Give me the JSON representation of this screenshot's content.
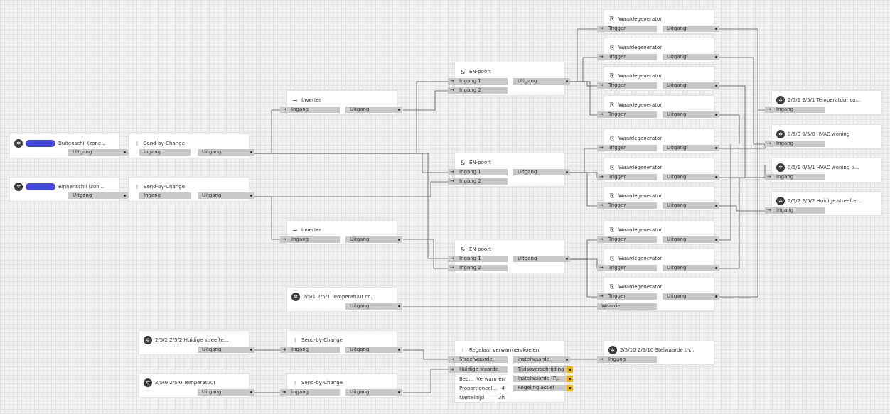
{
  "colors": {
    "port": "#c9c9c9",
    "wire": "#555555",
    "warning": "#f0b400",
    "node_bg": "#ffffff"
  },
  "nodes": {
    "sensor_buitenschil": {
      "title": "Buitenschil (zone...",
      "icon": "sensor-icon",
      "out": "Uitgang"
    },
    "sensor_binnenschil": {
      "title": "Binnenschil (zon...",
      "icon": "sensor-icon",
      "out": "Uitgang"
    },
    "sbc1": {
      "title": "Send-by-Change",
      "icon": "send-by-change-icon",
      "in": "Ingang",
      "out": "Uitgang"
    },
    "sbc2": {
      "title": "Send-by-Change",
      "icon": "send-by-change-icon",
      "in": "Ingang",
      "out": "Uitgang"
    },
    "inverter1": {
      "title": "Inverter",
      "icon": "inverter-icon",
      "in": "Ingang",
      "out": "Uitgang"
    },
    "inverter2": {
      "title": "Inverter",
      "icon": "inverter-icon",
      "in": "Ingang",
      "out": "Uitgang"
    },
    "en1": {
      "title": "EN-poort",
      "icon": "and-gate-icon",
      "in1": "Ingang 1",
      "in2": "Ingang 2",
      "out": "Uitgang"
    },
    "en2": {
      "title": "EN-poort",
      "icon": "and-gate-icon",
      "in1": "Ingang 1",
      "in2": "Ingang 2",
      "out": "Uitgang"
    },
    "en3": {
      "title": "EN-poort",
      "icon": "and-gate-icon",
      "in1": "Ingang 1",
      "in2": "Ingang 2",
      "out": "Uitgang"
    },
    "waarde": [
      {
        "title": "Waardegenerator",
        "in": "Trigger",
        "out": "Uitgang"
      },
      {
        "title": "Waardegenerator",
        "in": "Trigger",
        "out": "Uitgang"
      },
      {
        "title": "Waardegenerator",
        "in": "Trigger",
        "out": "Uitgang"
      },
      {
        "title": "Waardegenerator",
        "in": "Trigger",
        "out": "Uitgang"
      },
      {
        "title": "Waardegenerator",
        "in": "Trigger",
        "out": "Uitgang"
      },
      {
        "title": "Waardegenerator",
        "in": "Trigger",
        "out": "Uitgang"
      },
      {
        "title": "Waardegenerator",
        "in": "Trigger",
        "out": "Uitgang"
      },
      {
        "title": "Waardegenerator",
        "in": "Trigger",
        "out": "Uitgang"
      },
      {
        "title": "Waardegenerator",
        "in": "Trigger",
        "out": "Uitgang"
      },
      {
        "title": "Waardegenerator",
        "in": "Trigger",
        "in2": "Waarde",
        "out": "Uitgang"
      }
    ],
    "target_temp": {
      "title": "2/5/1  2/5/1  Temperatuur co...",
      "in": "Ingang"
    },
    "target_hvac": {
      "title": "0/5/0  0/5/0  HVAC woning",
      "in": "Ingang"
    },
    "target_hvac_o": {
      "title": "0/5/1  0/5/1  HVAC woning o...",
      "in": "Ingang"
    },
    "target_huidige": {
      "title": "2/5/2  2/5/2  Huidige streefte...",
      "in": "Ingang"
    },
    "source_temp": {
      "title": "2/5/1  2/5/1  Temperatuur co...",
      "out": "Uitgang"
    },
    "source_huidige": {
      "title": "2/5/2  2/5/2  Huidige streefte...",
      "out": "Uitgang"
    },
    "source_temperatuur": {
      "title": "2/5/0  2/5/0  Temperatuur",
      "out": "Uitgang"
    },
    "sbc3": {
      "title": "Send-by-Change",
      "in": "Ingang",
      "out": "Uitgang"
    },
    "sbc4": {
      "title": "Send-by-Change",
      "in": "Ingang",
      "out": "Uitgang"
    },
    "regelaar": {
      "title": "Regelaar verwarmen/koelen",
      "in1": "Streefwaarde",
      "in2": "Huidige waarde",
      "out1": "Instelwaarde",
      "out2": "Tijdsoverschrijding",
      "out3": "Instelwaarde (P...",
      "out4": "Regeling actief",
      "p1_label": "Bed...",
      "p1_value": "Verwarmen",
      "p2_label": "Proportioneel...",
      "p2_value": "4",
      "p3_label": "Nastelltijd",
      "p3_value": "2h"
    },
    "target_stelwaarde": {
      "title": "2/5/10  2/5/10  Stelwaarde th...",
      "in": "Ingang"
    }
  }
}
